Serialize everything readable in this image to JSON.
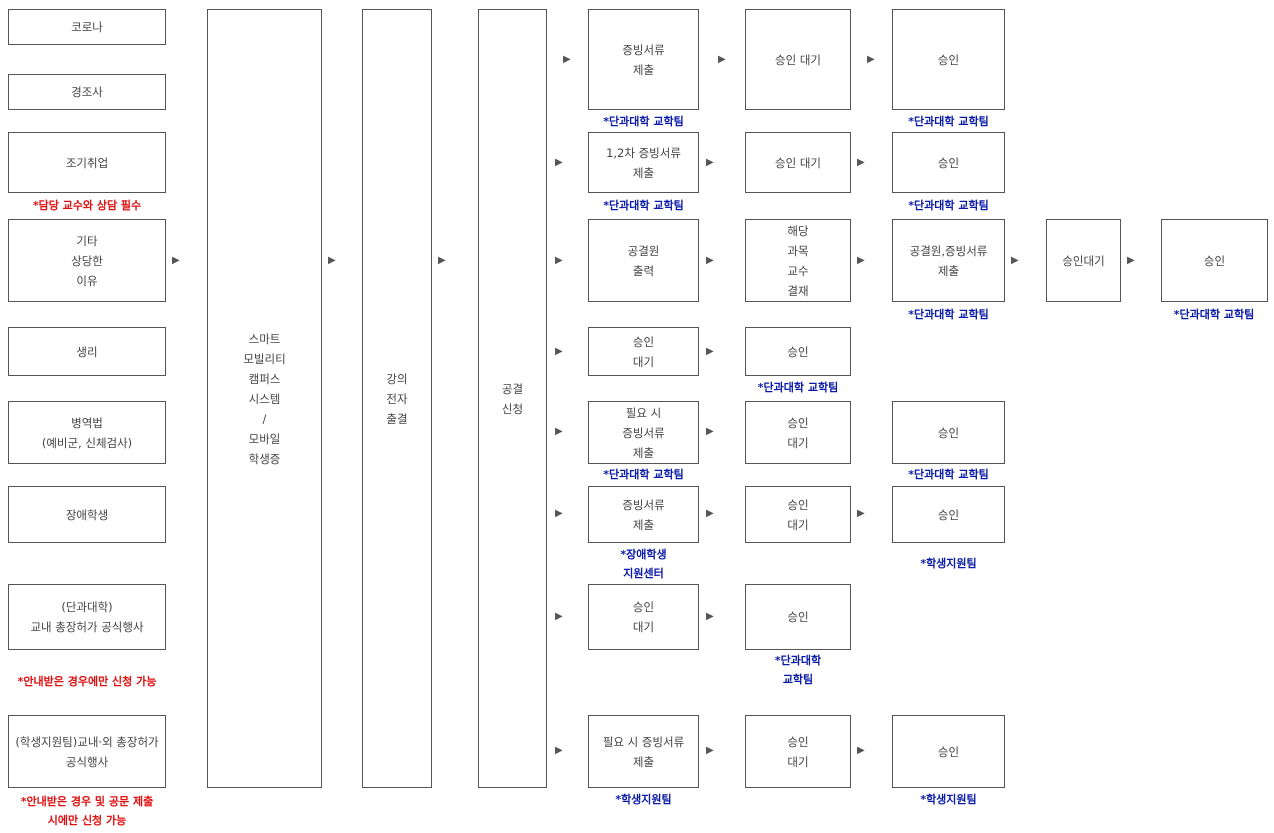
{
  "reasons": [
    {
      "label": "코로나"
    },
    {
      "label": "경조사"
    },
    {
      "label": "조기취업",
      "note": "*담당 교수와 상담 필수"
    },
    {
      "label": "기타\n상당한\n이유"
    },
    {
      "label": "생리"
    },
    {
      "label": "병역법\n(예비군, 신체검사)"
    },
    {
      "label": "장애학생"
    },
    {
      "label": "(단과대학)\n교내 총장허가 공식행사",
      "note": "*안내받은 경우에만 신청 가능"
    },
    {
      "label": "(학생지원팀)교내·외 총장허가\n공식행사",
      "note": "*안내받은 경우 및 공문 제출\n시에만 신청 가능"
    }
  ],
  "system": {
    "app": "스마트\n모빌리티\n캠퍼스\n시스템\n/\n모바일\n학생증",
    "attendance": "강의\n전자\n출결",
    "absence": "공결\n신청"
  },
  "flows": [
    {
      "steps": [
        {
          "label": "증빙서류\n제출",
          "note": "*단과대학 교학팀"
        },
        {
          "label": "승인 대기"
        },
        {
          "label": "승인",
          "note": "*단과대학 교학팀"
        }
      ]
    },
    {
      "steps": [
        {
          "label": "1,2차 증빙서류\n제출",
          "note": "*단과대학 교학팀"
        },
        {
          "label": "승인 대기"
        },
        {
          "label": "승인",
          "note": "*단과대학 교학팀"
        }
      ]
    },
    {
      "steps": [
        {
          "label": "공결원\n출력"
        },
        {
          "label": "해당\n과목\n교수\n결재"
        },
        {
          "label": "공결원,증빙서류\n제출",
          "note": "*단과대학 교학팀"
        },
        {
          "label": "승인대기"
        },
        {
          "label": "승인",
          "note": "*단과대학 교학팀"
        }
      ]
    },
    {
      "steps": [
        {
          "label": "승인\n대기"
        },
        {
          "label": "승인",
          "note": "*단과대학 교학팀"
        }
      ]
    },
    {
      "steps": [
        {
          "label": "필요 시\n증빙서류\n제출",
          "note": "*단과대학 교학팀"
        },
        {
          "label": "승인\n대기"
        },
        {
          "label": "승인",
          "note": "*단과대학 교학팀"
        }
      ]
    },
    {
      "steps": [
        {
          "label": "증빙서류\n제출",
          "note": "*장애학생\n지원센터"
        },
        {
          "label": "승인\n대기"
        },
        {
          "label": "승인",
          "note": "*학생지원팀"
        }
      ]
    },
    {
      "steps": [
        {
          "label": "승인\n대기"
        },
        {
          "label": "승인",
          "note": "*단과대학\n교학팀"
        }
      ]
    },
    {
      "steps": [
        {
          "label": "필요 시 증빙서류\n제출",
          "note": "*학생지원팀"
        },
        {
          "label": "승인\n대기"
        },
        {
          "label": "승인",
          "note": "*학생지원팀"
        }
      ]
    }
  ],
  "colors": {
    "border": "#555555",
    "note_red": "#e01010",
    "note_blue": "#0a1aa8"
  }
}
